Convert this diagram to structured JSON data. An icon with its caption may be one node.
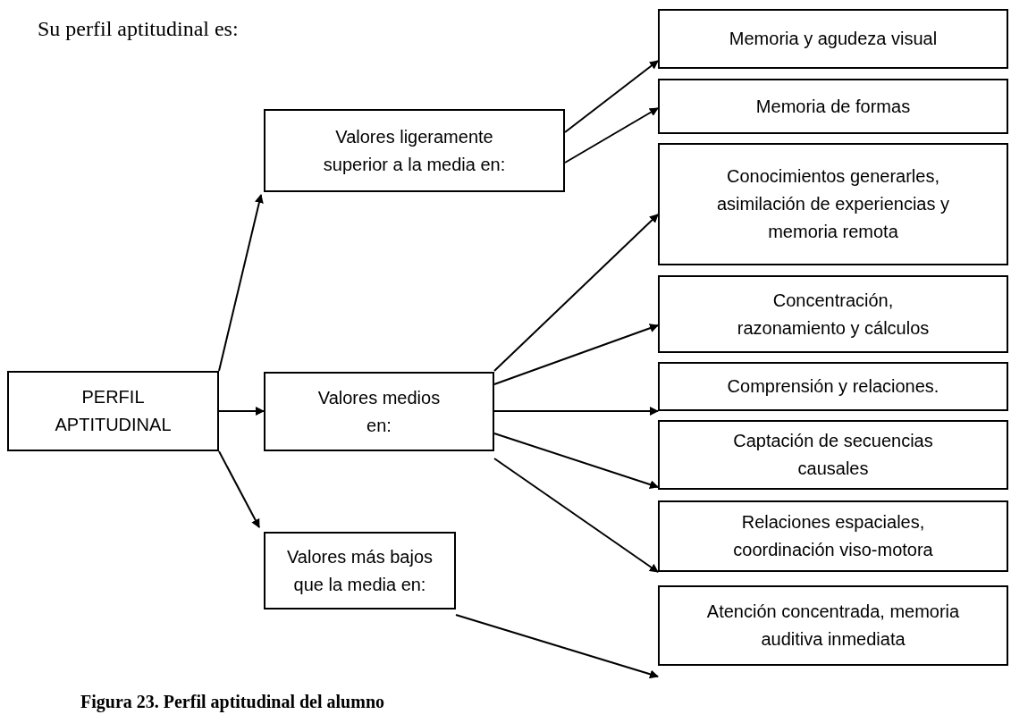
{
  "diagram": {
    "title": "Su perfil aptitudinal es:",
    "caption": "Figura 23. Perfil aptitudinal del alumno",
    "nodes": [
      {
        "text": [
          "PERFIL APTITUDINAL"
        ]
      },
      {
        "text": [
          "Valores ligeramente superior a la media en:"
        ]
      },
      {
        "text": [
          "Valores medios en:"
        ]
      },
      {
        "text": [
          "Valores más bajos que la media en:"
        ]
      },
      {
        "text": [
          "Memoria y agudeza visual"
        ]
      },
      {
        "text": [
          "Memoria de formas"
        ]
      },
      {
        "text": [
          "Conocimientos generarles, asimilación de experiencias y memoria remota"
        ]
      },
      {
        "text": [
          "Concentración, razonamiento y cálculos"
        ]
      },
      {
        "text": [
          "Comprensión y relaciones."
        ]
      },
      {
        "text": [
          "Captación de secuencias causales"
        ]
      },
      {
        "text": [
          "Relaciones espaciales, coordinación viso-motora"
        ]
      },
      {
        "text": [
          "Atención concentrada, memoria auditiva inmediata"
        ]
      }
    ],
    "edges": [
      {
        "from": 0,
        "to": 1,
        "arrow": "to"
      },
      {
        "from": 0,
        "to": 2,
        "arrow": "to"
      },
      {
        "from": 0,
        "to": 3,
        "arrow": "to"
      },
      {
        "from": 1,
        "to": 4,
        "arrow": "to"
      },
      {
        "from": 1,
        "to": 5,
        "arrow": "to"
      },
      {
        "from": 2,
        "to": 6,
        "arrow": "to"
      },
      {
        "from": 2,
        "to": 7,
        "arrow": "to"
      },
      {
        "from": 2,
        "to": 8,
        "arrow": "to"
      },
      {
        "from": 2,
        "to": 9,
        "arrow": "to"
      },
      {
        "from": 2,
        "to": 10,
        "arrow": "to"
      },
      {
        "from": 3,
        "to": 11,
        "arrow": "to"
      }
    ]
  }
}
